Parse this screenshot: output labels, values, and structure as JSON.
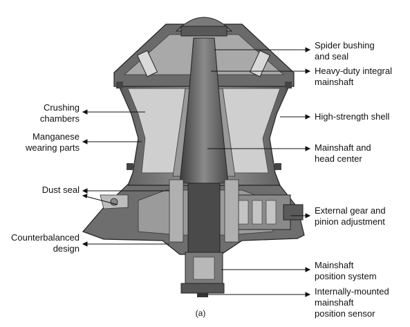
{
  "caption": "(a)",
  "labels_left": [
    {
      "id": "crushing-chambers",
      "lines": [
        "Crushing",
        "chambers"
      ]
    },
    {
      "id": "manganese-wearing-parts",
      "lines": [
        "Manganese",
        "wearing parts"
      ]
    },
    {
      "id": "dust-seal",
      "lines": [
        "Dust seal"
      ]
    },
    {
      "id": "counterbalanced-design",
      "lines": [
        "Counterbalanced",
        "design"
      ]
    }
  ],
  "labels_right": [
    {
      "id": "spider-bushing-and-seal",
      "lines": [
        "Spider bushing",
        "and seal"
      ]
    },
    {
      "id": "heavy-duty-integral-mainshaft",
      "lines": [
        "Heavy-duty integral",
        "mainshaft"
      ]
    },
    {
      "id": "high-strength-shell",
      "lines": [
        "High-strength shell"
      ]
    },
    {
      "id": "mainshaft-and-head-center",
      "lines": [
        "Mainshaft and",
        "head center"
      ]
    },
    {
      "id": "external-gear-and-pinion-adjustment",
      "lines": [
        "External gear and",
        "pinion adjustment"
      ]
    },
    {
      "id": "mainshaft-position-system",
      "lines": [
        "Mainshaft",
        "position system"
      ]
    },
    {
      "id": "internally-mounted-mainshaft-position-sensor",
      "lines": [
        "Internally-mounted",
        "mainshaft",
        "position sensor"
      ]
    }
  ],
  "colors": {
    "dark": "#3a3a3a",
    "mid": "#7a7a7a",
    "light": "#a8a8a8",
    "pale": "#d4d4d4",
    "line": "#111111"
  }
}
